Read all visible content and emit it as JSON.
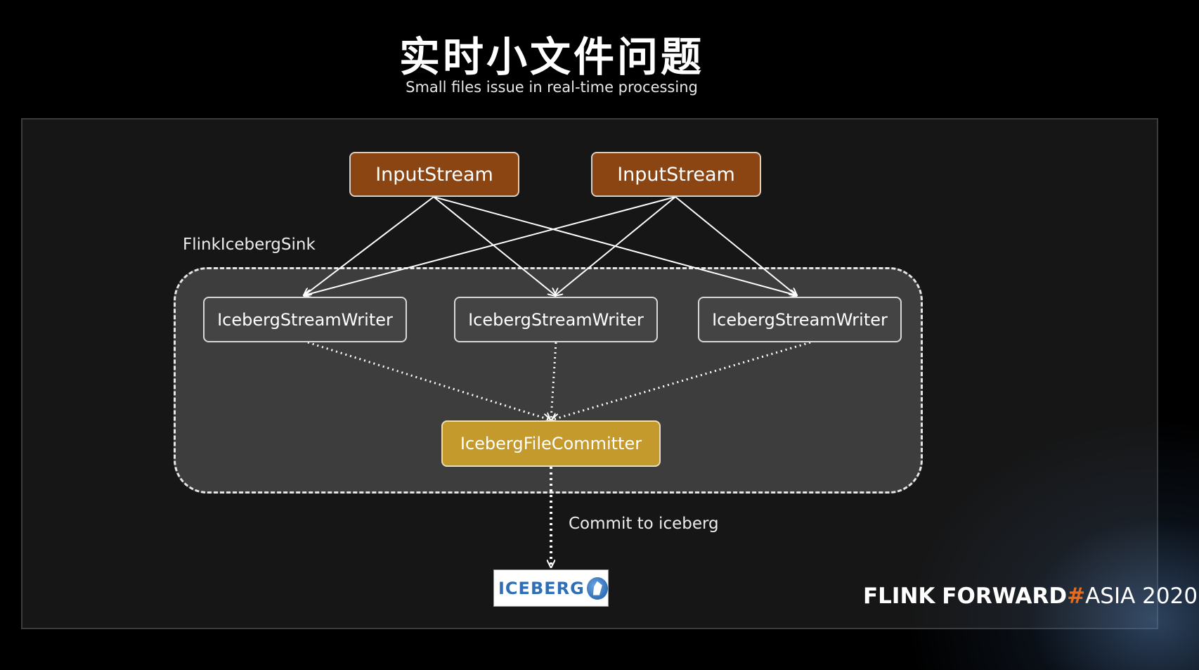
{
  "header": {
    "title": "实时小文件问题",
    "subtitle": "Small files issue in real-time processing"
  },
  "diagram": {
    "inputs": [
      "InputStream",
      "InputStream"
    ],
    "sink_label": "FlinkIcebergSink",
    "writers": [
      "IcebergStreamWriter",
      "IcebergStreamWriter",
      "IcebergStreamWriter"
    ],
    "committer": "IcebergFileCommitter",
    "commit_label": "Commit to iceberg",
    "target_logo": "ICEBERG"
  },
  "branding": {
    "flink": "FLINK",
    "forward": "FORWARD",
    "hash": "#",
    "event": "ASIA 2020"
  },
  "colors": {
    "input_fill": "#8b4513",
    "writer_fill": "#444444",
    "committer_fill": "#c59a2c",
    "sink_group_fill": "#3d3d3d",
    "brand_hash": "#e86a1b"
  }
}
